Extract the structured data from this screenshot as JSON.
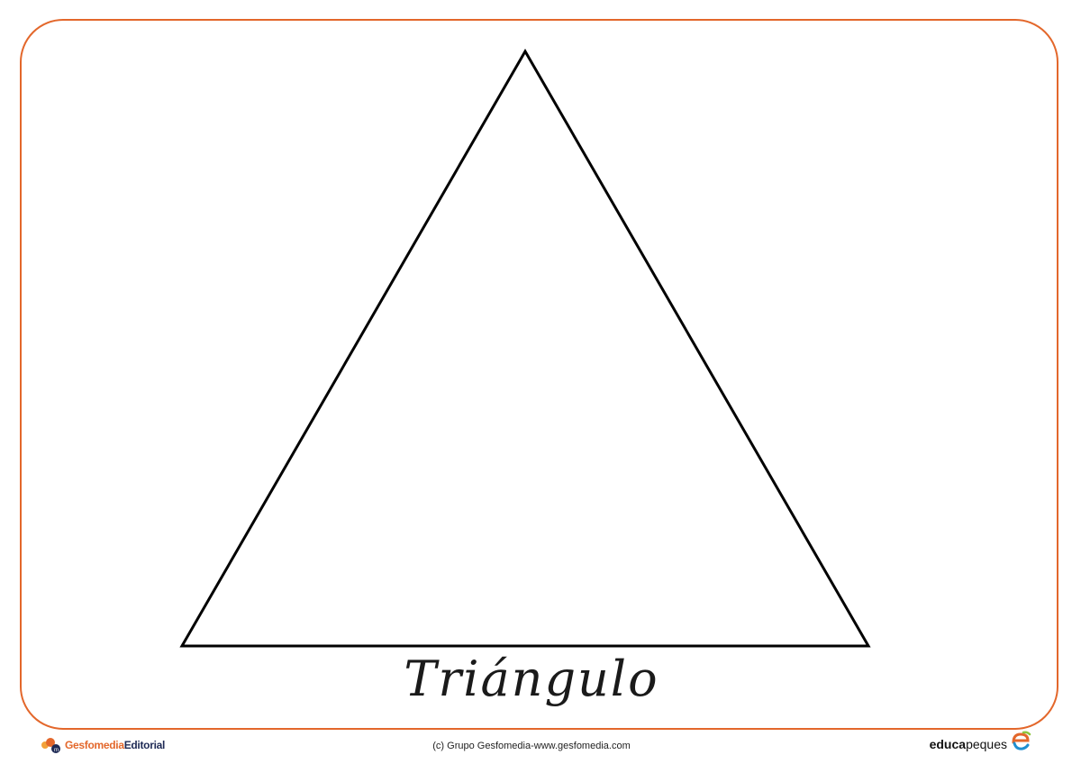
{
  "shape": {
    "name_label": "Triángulo"
  },
  "footer": {
    "left_logo": {
      "part1": "Gesfomedia",
      "part2": "Editorial",
      "icon": "gesfomedia-logo-icon"
    },
    "copyright": "(c) Grupo Gesfomedia-www.gesfomedia.com",
    "right_logo": {
      "part1": "educa",
      "part2": "peques",
      "icon": "educapeques-e-icon"
    }
  },
  "colors": {
    "frame_border": "#e3672b",
    "outline": "#000000",
    "brand_orange": "#e3672b",
    "brand_navy": "#1e2a55"
  }
}
